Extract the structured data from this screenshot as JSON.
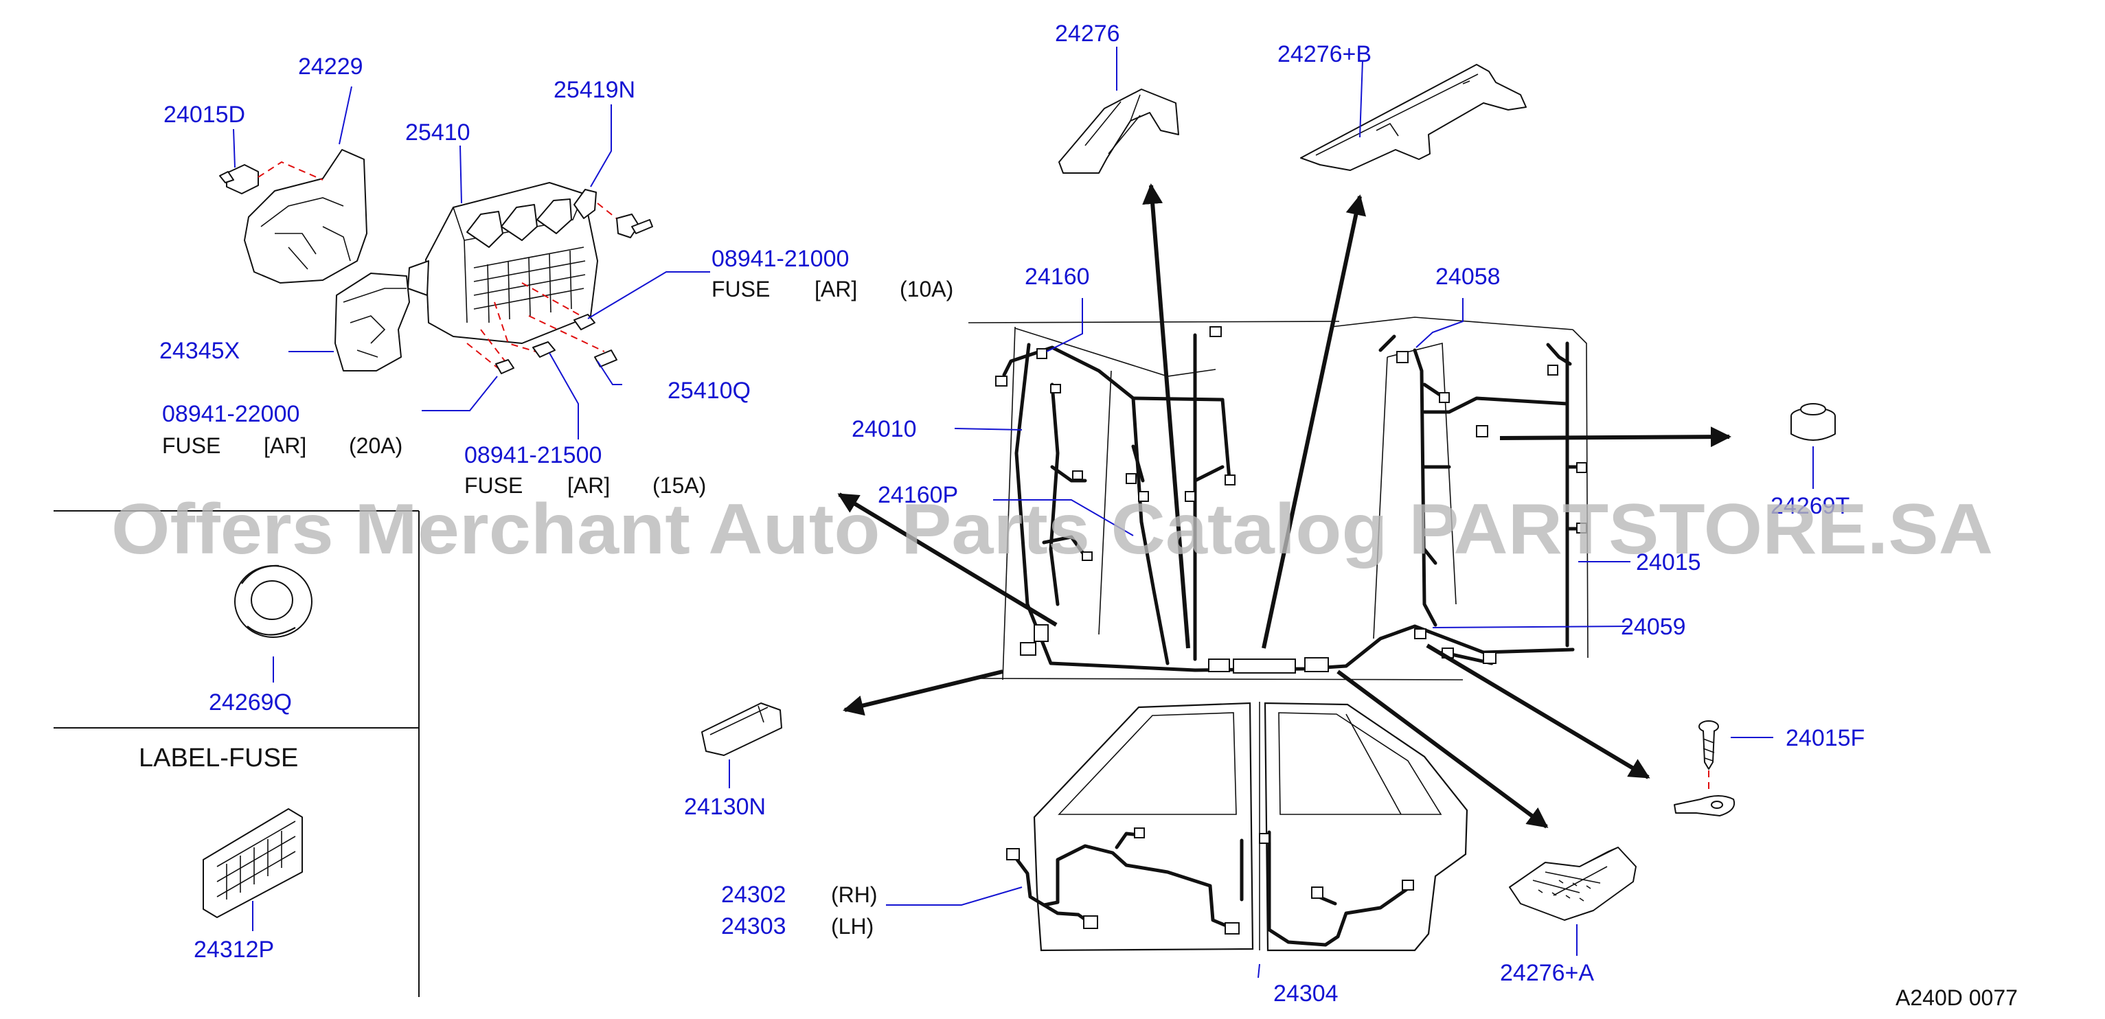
{
  "callouts": {
    "p24015D": "24015D",
    "p24229": "24229",
    "p25410": "25410",
    "p25419N": "25419N",
    "p08941_21000": "08941-21000",
    "p24345X": "24345X",
    "p25410Q": "25410Q",
    "p08941_22000": "08941-22000",
    "p08941_21500": "08941-21500",
    "p24269Q": "24269Q",
    "p24312P": "24312P",
    "p24276": "24276",
    "p24276B": "24276+B",
    "p24160": "24160",
    "p24058": "24058",
    "p24010": "24010",
    "p24160P": "24160P",
    "p24269T": "24269T",
    "p24015": "24015",
    "p24059": "24059",
    "p24015F": "24015F",
    "p24130N": "24130N",
    "p24302": "24302",
    "p24303": "24303",
    "p24304": "24304",
    "p24276A": "24276+A"
  },
  "fuse_notes": {
    "fuse_word": "FUSE",
    "ar": "[AR]",
    "amp_10": "(10A)",
    "amp_20": "(20A)",
    "amp_15": "(15A)"
  },
  "side_notes": {
    "rh": "(RH)",
    "lh": "(LH)"
  },
  "section_label": "LABEL-FUSE",
  "watermark": "Offers Merchant Auto Parts Catalog PARTSTORE.SA",
  "drawing_code": "A240D   0077"
}
